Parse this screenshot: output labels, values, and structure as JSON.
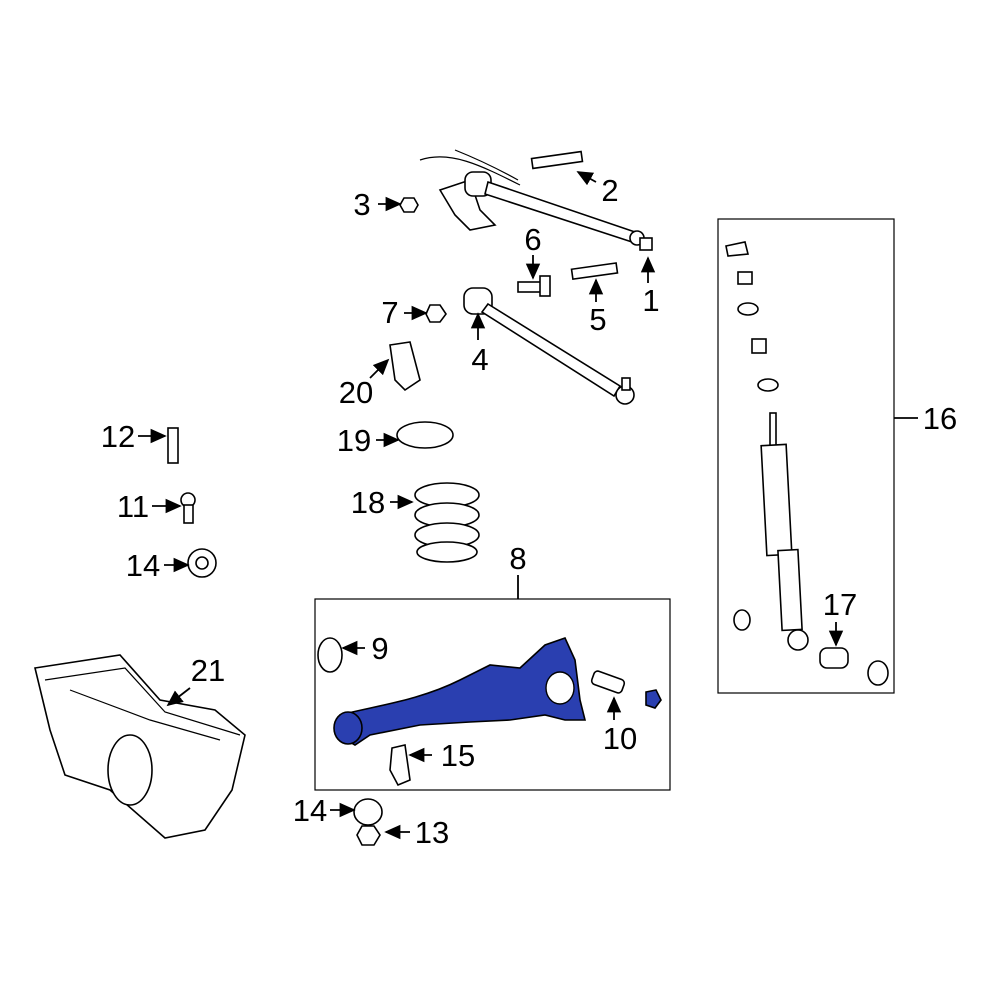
{
  "diagram": {
    "highlight_color": "#2a3fb0",
    "callouts": [
      {
        "id": "c1",
        "text": "1"
      },
      {
        "id": "c2",
        "text": "2"
      },
      {
        "id": "c3",
        "text": "3"
      },
      {
        "id": "c4",
        "text": "4"
      },
      {
        "id": "c5",
        "text": "5"
      },
      {
        "id": "c6",
        "text": "6"
      },
      {
        "id": "c7",
        "text": "7"
      },
      {
        "id": "c8",
        "text": "8"
      },
      {
        "id": "c9",
        "text": "9"
      },
      {
        "id": "c10",
        "text": "10"
      },
      {
        "id": "c11",
        "text": "11"
      },
      {
        "id": "c12",
        "text": "12"
      },
      {
        "id": "c13",
        "text": "13"
      },
      {
        "id": "c14a",
        "text": "14"
      },
      {
        "id": "c14b",
        "text": "14"
      },
      {
        "id": "c15",
        "text": "15"
      },
      {
        "id": "c16",
        "text": "16"
      },
      {
        "id": "c17",
        "text": "17"
      },
      {
        "id": "c18",
        "text": "18"
      },
      {
        "id": "c19",
        "text": "19"
      },
      {
        "id": "c20",
        "text": "20"
      },
      {
        "id": "c21",
        "text": "21"
      }
    ]
  }
}
